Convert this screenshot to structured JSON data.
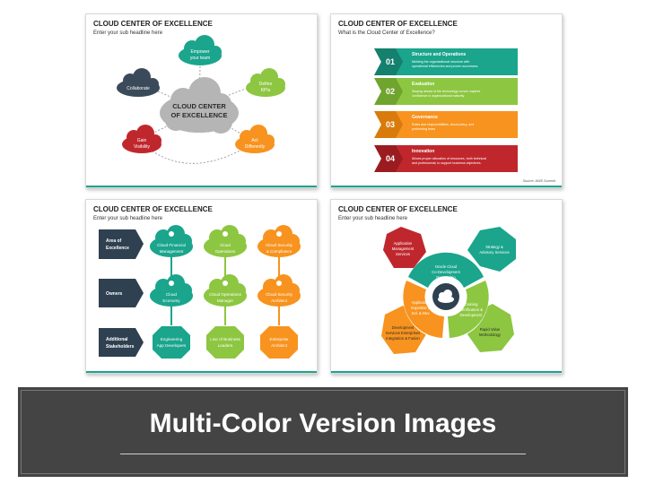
{
  "slide1": {
    "title": "CLOUD CENTER OF EXCELLENCE",
    "subtitle": "Enter your sub headline here",
    "center": [
      "CLOUD CENTER",
      "OF EXCELLENCE"
    ],
    "clouds": [
      {
        "lines": [
          "Empower",
          "your team"
        ],
        "color": "#1aa58c"
      },
      {
        "lines": [
          "Define",
          "KPIs"
        ],
        "color": "#8dc641"
      },
      {
        "lines": [
          "Act",
          "Differently"
        ],
        "color": "#f7931e"
      },
      {
        "lines": [
          "Gain",
          "Visibility"
        ],
        "color": "#c0272d"
      },
      {
        "lines": [
          "Collaborate"
        ],
        "color": "#3b4a5a"
      }
    ]
  },
  "slide2": {
    "title": "CLOUD CENTER OF EXCELLENCE",
    "subtitle": "What is the Cloud Center of Excellence?",
    "items": [
      {
        "num": "01",
        "heading": "Structure and Operations",
        "text": [
          "Melding the organizational structure with",
          "operational efficiencies and proven successes."
        ],
        "color": "#1aa58c"
      },
      {
        "num": "02",
        "heading": "Evaluation",
        "text": [
          "Staying ahead of the technology curves inspires",
          "confidence in organizational maturity."
        ],
        "color": "#8dc641"
      },
      {
        "num": "03",
        "heading": "Governance",
        "text": [
          "Roles and responsibilities, cloud policy, and",
          "performing tears"
        ],
        "color": "#f7931e"
      },
      {
        "num": "04",
        "heading": "Innovation",
        "text": [
          "Allows proper allocation of resources, both technical",
          "and professional, to support business objectives."
        ],
        "color": "#c0272d"
      }
    ],
    "source": "Source: AWS Summit"
  },
  "slide3": {
    "title": "CLOUD CENTER OF EXCELLENCE",
    "subtitle": "Enter your sub headline here",
    "rows": [
      {
        "label": [
          "Area of",
          "Excellence"
        ],
        "cells": [
          [
            "Cloud Financial",
            "Management"
          ],
          [
            "Cloud",
            "Operations"
          ],
          [
            "Cloud Security",
            "& Compliance"
          ]
        ]
      },
      {
        "label": [
          "Owners"
        ],
        "cells": [
          [
            "Cloud",
            "Economy"
          ],
          [
            "Cloud Operations",
            "Manager"
          ],
          [
            "Cloud Security",
            "Architect"
          ]
        ]
      },
      {
        "label": [
          "Additional",
          "Stakeholders"
        ],
        "cells": [
          [
            "Engineering",
            "App Developers"
          ],
          [
            "Line of Business",
            "Leaders"
          ],
          [
            "Enterprise",
            "Architect"
          ]
        ]
      }
    ],
    "colors": [
      "#1aa58c",
      "#8dc641",
      "#f7931e"
    ],
    "label_color": "#2f4050"
  },
  "slide4": {
    "title": "CLOUD CENTER OF EXCELLENCE",
    "subtitle": "Enter your sub headline here",
    "outer": [
      {
        "lines": [
          "Application",
          "Management",
          "Services"
        ],
        "color": "#c0272d"
      },
      {
        "lines": [
          "Strategy &",
          "Advisory Services"
        ],
        "color": "#1aa58c"
      },
      {
        "lines": [
          "Rapid Value",
          "Methodology"
        ],
        "color": "#8dc641"
      },
      {
        "lines": [
          "Development",
          "Services Enterprises",
          "Integration & Fusion"
        ],
        "color": "#f7931e"
      }
    ],
    "ring": [
      {
        "lines": [
          "Oracle Cloud",
          "Co-Development",
          "Partnership"
        ],
        "color": "#1aa58c"
      },
      {
        "lines": [
          "Training",
          "Certification &",
          "Development"
        ],
        "color": "#8dc641"
      },
      {
        "lines": [
          "Application",
          "Expertise &",
          "Sol. & Dev."
        ],
        "color": "#f7931e"
      }
    ]
  },
  "banner": {
    "title": "Multi-Color Version Images"
  }
}
